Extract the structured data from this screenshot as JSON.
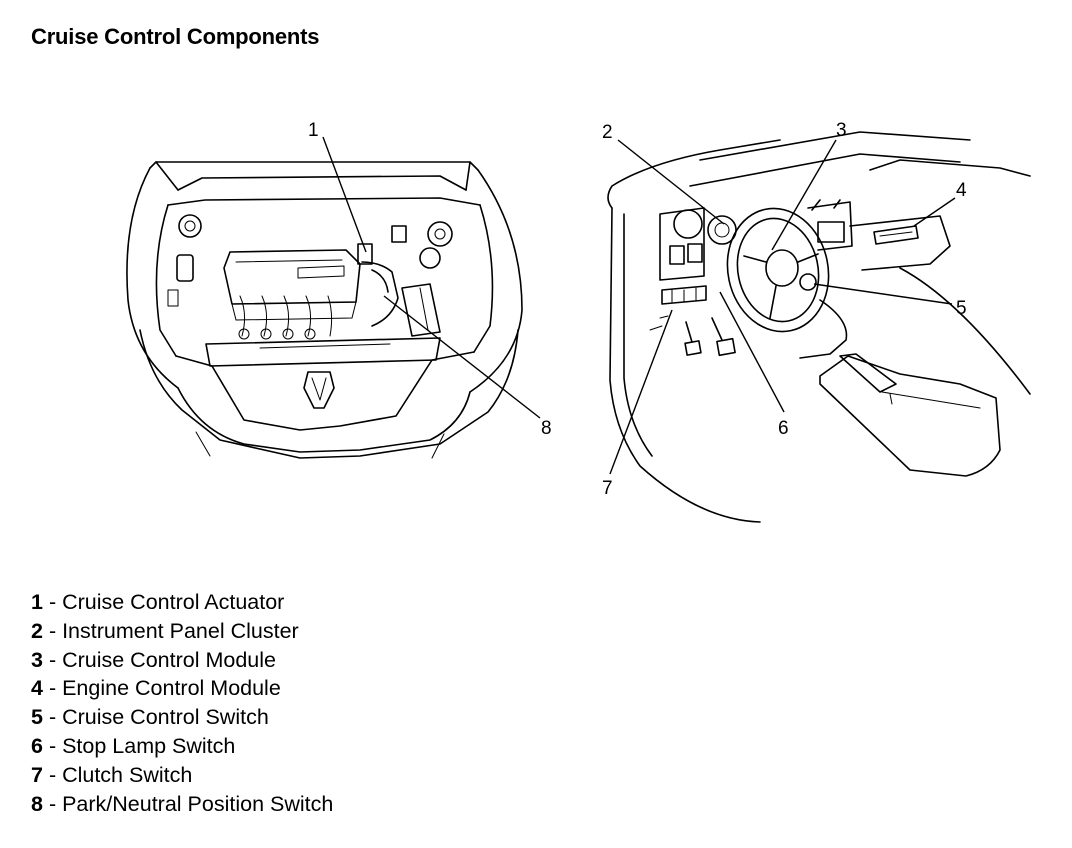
{
  "title": "Cruise Control Components",
  "callouts": [
    {
      "number": "1",
      "name": "Cruise Control Actuator"
    },
    {
      "number": "2",
      "name": "Instrument Panel Cluster"
    },
    {
      "number": "3",
      "name": "Cruise Control Module"
    },
    {
      "number": "4",
      "name": "Engine Control Module"
    },
    {
      "number": "5",
      "name": "Cruise Control Switch"
    },
    {
      "number": "6",
      "name": "Stop Lamp Switch"
    },
    {
      "number": "7",
      "name": "Clutch Switch"
    },
    {
      "number": "8",
      "name": "Park/Neutral Position Switch"
    }
  ]
}
